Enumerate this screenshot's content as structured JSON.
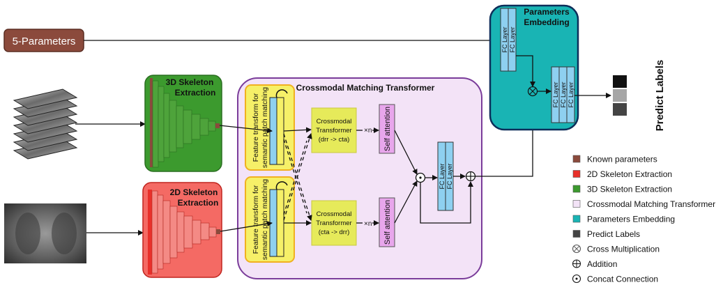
{
  "params_box": "5-Parameters",
  "skel3d": {
    "title_line1": "3D Skeleton",
    "title_line2": "Extraction"
  },
  "skel2d": {
    "title_line1": "2D Skeleton",
    "title_line2": "Extraction"
  },
  "cmt": {
    "title": "Crossmodal Matching Transformer",
    "feature_line1": "Feature transform for",
    "feature_line2": "semantic patch matching",
    "ct_top": {
      "line1": "Crossmodal",
      "line2": "Transformer",
      "line3": "(drr -> cta)"
    },
    "ct_bottom": {
      "line1": "Crossmodal",
      "line2": "Transformer",
      "line3": "(cta -> drr)"
    },
    "times_n": "×n",
    "self_attention": "Self attention",
    "fc": "FC Layer"
  },
  "pe": {
    "title_line1": "Parameters",
    "title_line2": "Embedding",
    "fc": "FC Layer"
  },
  "predict_labels": "Predict Labels",
  "legend": [
    {
      "label": "Known parameters",
      "color": "#8b4a3c",
      "kind": "swatch"
    },
    {
      "label": "2D Skeleton Extraction",
      "color": "#e8302a",
      "kind": "swatch"
    },
    {
      "label": "3D Skeleton Extraction",
      "color": "#3c9a2e",
      "kind": "swatch"
    },
    {
      "label": "Crossmodal Matching Transformer",
      "color": "#f3e3f7",
      "kind": "swatch"
    },
    {
      "label": "Parameters Embedding",
      "color": "#19b4b4",
      "kind": "swatch"
    },
    {
      "label": "Predict Labels",
      "color": "#444444",
      "kind": "swatch"
    },
    {
      "label": "Cross Multiplication",
      "color": "#555555",
      "kind": "otimes"
    },
    {
      "label": "Addition",
      "color": "#111111",
      "kind": "oplus"
    },
    {
      "label": "Concat Connection",
      "color": "#111111",
      "kind": "odot"
    }
  ]
}
